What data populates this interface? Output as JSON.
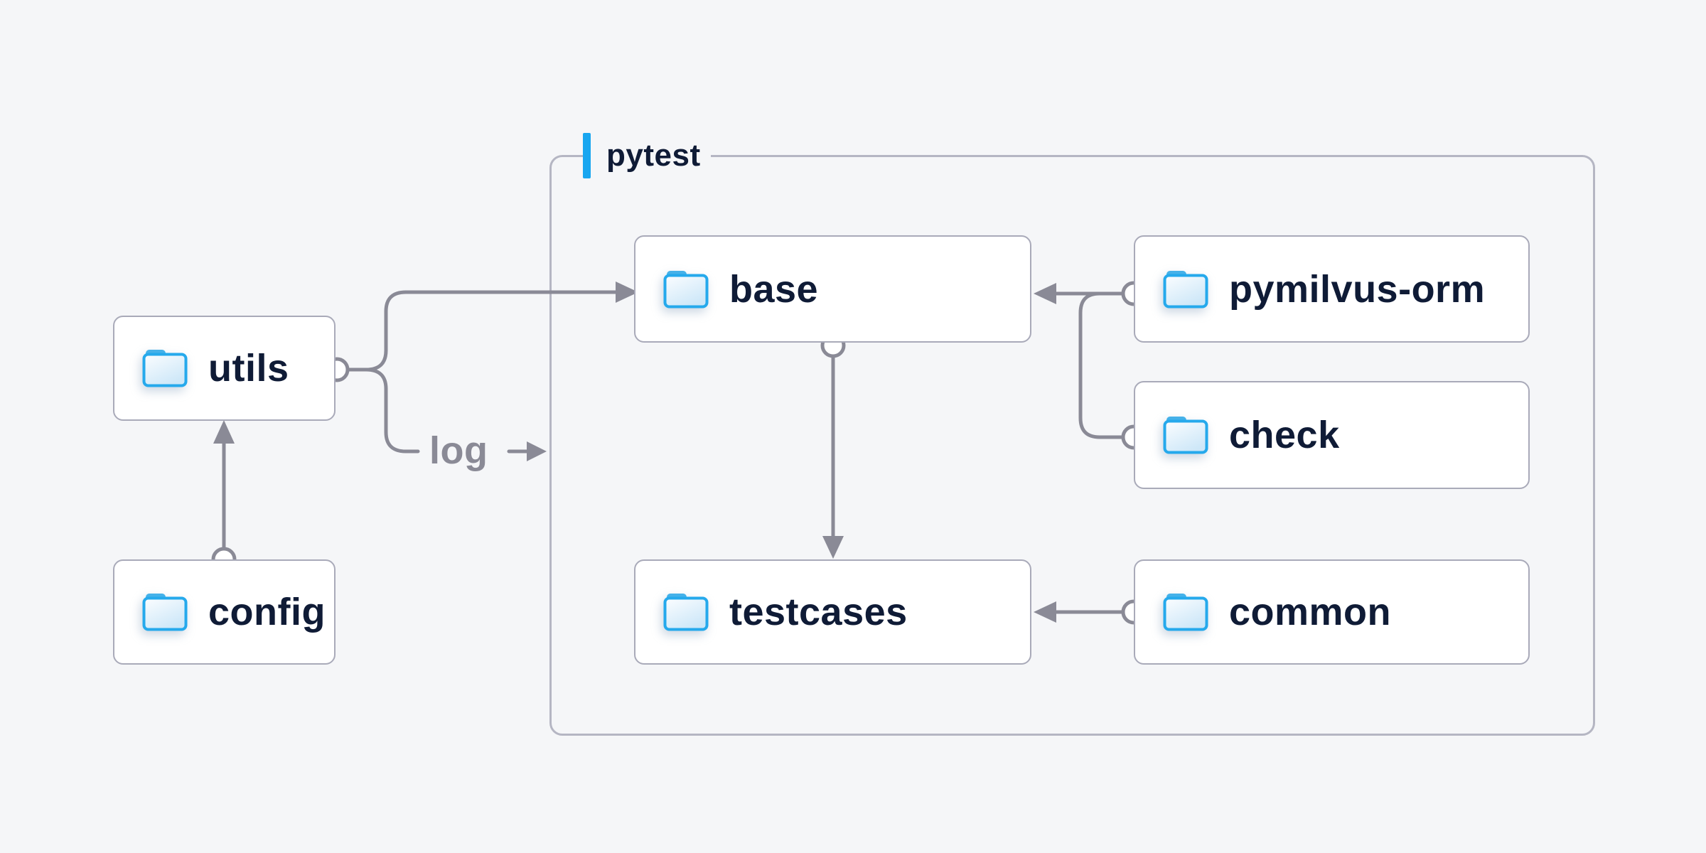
{
  "diagram": {
    "title": "pytest",
    "log_label": "log",
    "nodes": {
      "utils": {
        "label": "utils",
        "icon": "folder-icon"
      },
      "config": {
        "label": "config",
        "icon": "folder-icon"
      },
      "base": {
        "label": "base",
        "icon": "folder-icon"
      },
      "testcases": {
        "label": "testcases",
        "icon": "folder-icon"
      },
      "pymilvus_orm": {
        "label": "pymilvus-orm",
        "icon": "folder-icon"
      },
      "check": {
        "label": "check",
        "icon": "folder-icon"
      },
      "common": {
        "label": "common",
        "icon": "folder-icon"
      }
    },
    "edges": [
      {
        "from": "config",
        "to": "utils"
      },
      {
        "from": "utils",
        "to": "base"
      },
      {
        "from": "utils",
        "to": "log"
      },
      {
        "from": "pymilvus-orm",
        "to": "base"
      },
      {
        "from": "check",
        "to": "base"
      },
      {
        "from": "base",
        "to": "testcases"
      },
      {
        "from": "common",
        "to": "testcases"
      }
    ],
    "colors": {
      "background": "#f5f6f8",
      "accent_blue": "#18a6f0",
      "folder_blue": "#25a9ec",
      "line_gray": "#8a8a96",
      "node_border_gray": "#a9aab9",
      "group_border_gray": "#b5b6c3",
      "text_navy": "#0f1b36"
    }
  }
}
